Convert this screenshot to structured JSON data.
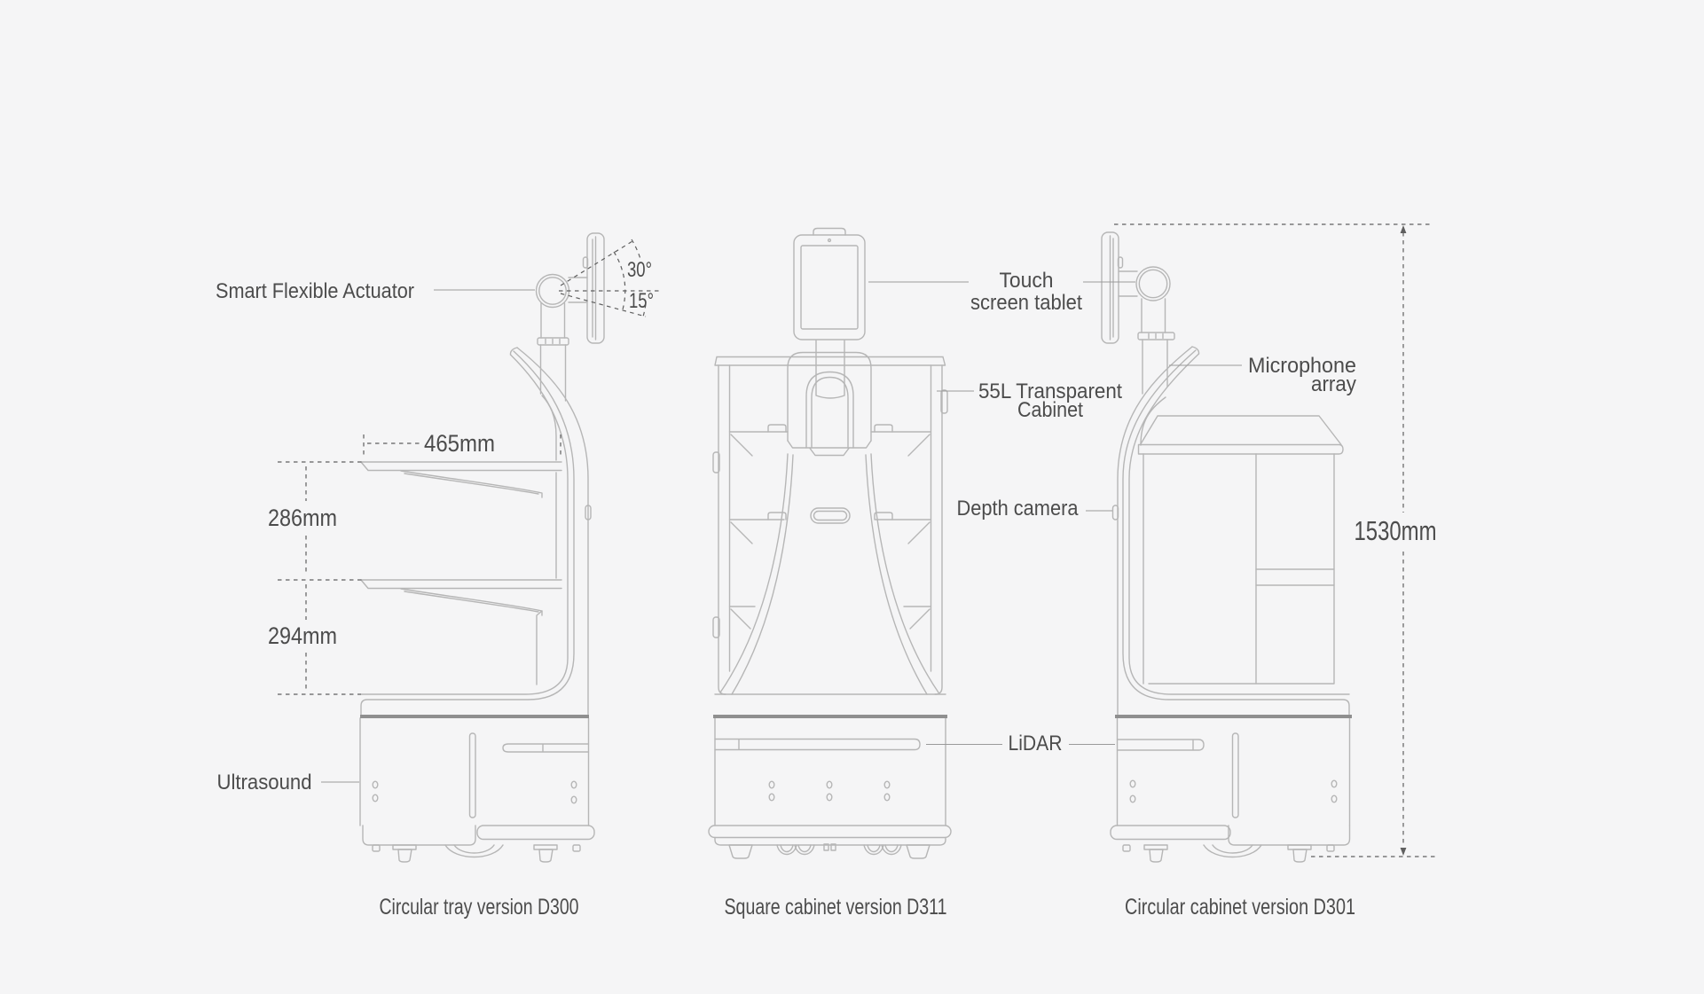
{
  "colors": {
    "background": "#f5f5f6",
    "line": "#b6b6b6",
    "dark_band": "#8f8f8f",
    "text": "#4c4c4c",
    "dimension": "#5f5f5f",
    "leader": "#9a9a9a"
  },
  "labels": {
    "smart_flexible_actuator": "Smart Flexible Actuator",
    "angle_30": "30°",
    "angle_15": "15°",
    "dim_tray_width": "465mm",
    "dim_tray_gap_upper": "286mm",
    "dim_tray_gap_lower": "294mm",
    "ultrasound": "Ultrasound",
    "touch_line1": "Touch",
    "touch_line2": "screen tablet",
    "cabinet_line1": "55L Transparent",
    "cabinet_line2": "Cabinet",
    "depth_camera": "Depth camera",
    "mic_line1": "Microphone",
    "mic_line2": "array",
    "lidar": "LiDAR",
    "dim_height": "1530mm"
  },
  "captions": {
    "d300": "Circular tray version D300",
    "d311": "Square cabinet version D311",
    "d301": "Circular cabinet version D301"
  }
}
